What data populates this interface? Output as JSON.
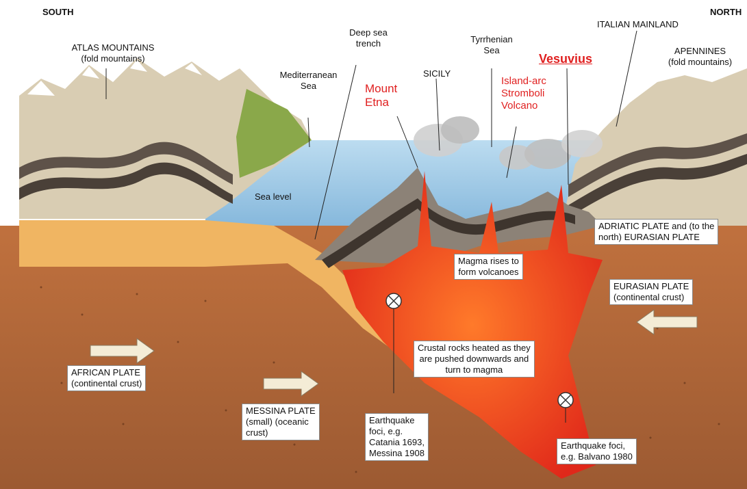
{
  "directions": {
    "south": "SOUTH",
    "north": "NORTH"
  },
  "labels": {
    "atlas": "ATLAS MOUNTAINS\n(fold mountains)",
    "deep_trench": "Deep sea\ntrench",
    "tyrrhenian": "Tyrrhenian\nSea",
    "italian_mainland": "ITALIAN MAINLAND",
    "apennines": "APENNINES\n(fold mountains)",
    "mediterranean": "Mediterranean\nSea",
    "sicily": "SICILY",
    "sea_level": "Sea level",
    "mount_etna": "Mount\nEtna",
    "stromboli": "Island-arc\nStromboli\nVolcano",
    "vesuvius": "Vesuvius"
  },
  "boxes": {
    "adriatic": "ADRIATIC PLATE and (to the\nnorth) EURASIAN PLATE",
    "magma_rises": "Magma rises to\nform volcanoes",
    "eurasian": "EURASIAN PLATE\n(continental crust)",
    "crustal": "Crustal rocks heated as they\nare pushed downwards and\nturn to magma",
    "african": "AFRICAN PLATE\n(continental crust)",
    "messina_plate": "MESSINA PLATE\n(small) (oceanic\ncrust)",
    "quake_catania": "Earthquake\nfoci, e.g.\nCatania 1693,\nMessina 1908",
    "quake_balvano": "Earthquake foci,\ne.g. Balvano 1980"
  },
  "colors": {
    "sky": "#ffffff",
    "sea": "#a8cfe8",
    "crust_brown": "#b5683a",
    "sand": "#f0b562",
    "magma": "#e8321e",
    "text_red": "#e02020"
  }
}
